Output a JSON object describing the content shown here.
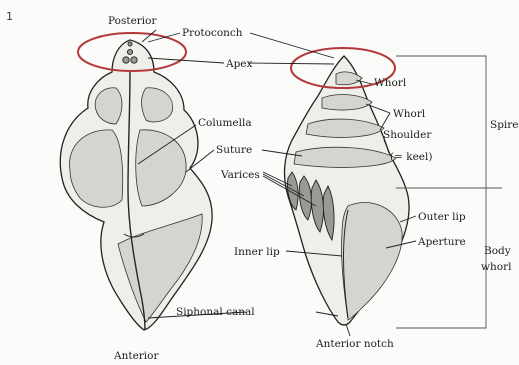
{
  "page_marker": "1",
  "labels": {
    "posterior": "Posterior",
    "protoconch": "Protoconch",
    "apex": "Apex",
    "columella": "Columella",
    "suture": "Suture",
    "varices": "Varices",
    "siphonal_canal": "Siphonal canal",
    "anterior": "Anterior",
    "whorl_upper": "Whorl",
    "whorl_partial": "Whorl",
    "shoulder": "Shoulder",
    "keel": "(= keel)",
    "outer_lip": "Outer lip",
    "aperture": "Aperture",
    "inner_lip": "Inner lip",
    "anterior_notch": "Anterior notch",
    "spire": "Spire",
    "body_whorl_line1": "Body",
    "body_whorl_line2": "whorl"
  },
  "colors": {
    "highlight_ring": "#b23a3a",
    "ink": "#222222",
    "shell_fill": "#eeeeea",
    "shell_shade": "#d5d5cf"
  }
}
